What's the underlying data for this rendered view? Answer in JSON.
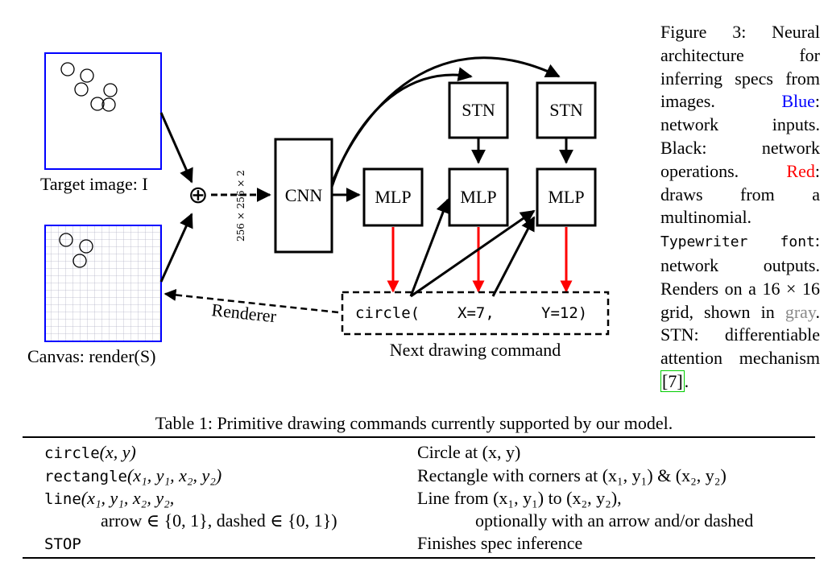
{
  "figure": {
    "target_label": "Target image: I",
    "canvas_label": "Canvas: render(S)",
    "dim_label": "256 × 256 × 2",
    "cnn": "CNN",
    "mlp": "MLP",
    "stn": "STN",
    "renderer": "Renderer",
    "cmd_circle": "circle(",
    "cmd_x": "X=7,",
    "cmd_y": "Y=12)",
    "next_cmd": "Next drawing command",
    "plus": "⊕"
  },
  "caption": {
    "p1": "Figure 3: Neural architecture for inferring specs from images. ",
    "blue": "Blue",
    "p2": ": network inputs. Black: network operations. ",
    "red": "Red",
    "p3": ": draws from a multinomial. ",
    "tt": "Typewriter font",
    "p4": ": network outputs. Renders on a 16 × 16 grid, shown in ",
    "gray": "gray",
    "p5": ". STN: differentiable attention mechanism ",
    "ref": "[7]",
    "p6": "."
  },
  "table": {
    "title": "Table 1: Primitive drawing commands currently supported by our model.",
    "rows": [
      {
        "cmd_tt": "circle",
        "cmd_args": "(x, y)",
        "desc": "Circle at (x, y)"
      },
      {
        "cmd_tt": "rectangle",
        "cmd_args": "(x₁, y₁, x₂, y₂)",
        "desc": "Rectangle with corners at (x₁, y₁) & (x₂, y₂)"
      },
      {
        "cmd_tt": "line",
        "cmd_args": "(x₁, y₁, x₂, y₂,",
        "desc": "Line from (x₁, y₁) to (x₂, y₂),"
      },
      {
        "cmd_tt": "",
        "cmd_args": "arrow ∈ {0, 1}, dashed ∈ {0, 1})",
        "desc": "optionally with an arrow and/or dashed"
      },
      {
        "cmd_tt": "STOP",
        "cmd_args": "",
        "desc": "Finishes spec inference"
      }
    ]
  },
  "colors": {
    "blue": "#0000ff",
    "red": "#ff0000",
    "gray": "#b5b5c8",
    "green": "#00cc00"
  }
}
